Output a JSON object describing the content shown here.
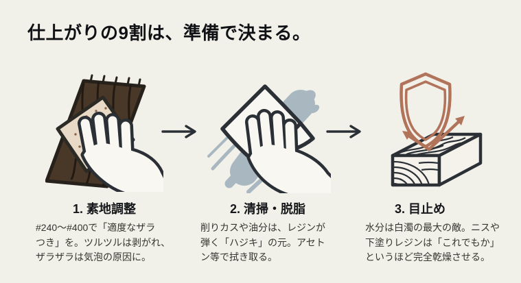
{
  "title": "仕上がりの9割は、準備で決まる。",
  "steps": [
    {
      "number": "1.",
      "heading": "素地調整",
      "description": "#240〜#400で「適度なザラ\nつき」を。ツルツルは剥がれ、\nザラザラは気泡の原因に。",
      "icon": "sanding-hand-icon"
    },
    {
      "number": "2.",
      "heading": "清掃・脱脂",
      "description": "削りカスや油分は、レジンが\n弾く「ハジキ」の元。アセト\nン等で拭き取る。",
      "icon": "wiping-cloth-icon"
    },
    {
      "number": "3.",
      "heading": "目止め",
      "description": "水分は白濁の最大の敵。ニスや\n下塗りレジンは「これでもか」\nというほど完全乾燥させる。",
      "icon": "shield-wood-icon"
    }
  ],
  "icons": {
    "step_connector": "right-arrow-icon"
  },
  "colors": {
    "background": "#f1f0e9",
    "ink": "#2b3036",
    "text": "#35362f",
    "title_text": "#101114",
    "wood_brown": "#493827",
    "wood_grain": "#221a12",
    "sandpaper": "#e8dac6",
    "sandpaper_dots": "#87664a",
    "smear_blue_gray": "#a9b8c0",
    "paper_white": "#f8f7f1",
    "shield_rust": "#b1735a"
  }
}
